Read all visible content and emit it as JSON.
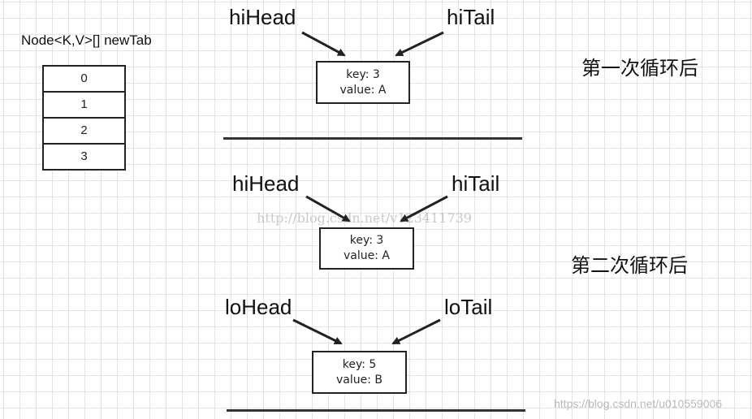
{
  "array": {
    "title": "Node<K,V>[] newTab",
    "cells": [
      "0",
      "1",
      "2",
      "3"
    ]
  },
  "section1": {
    "caption": "第一次循环后",
    "head_label": "hiHead",
    "tail_label": "hiTail",
    "node": {
      "key": "key: 3",
      "value": "value: A"
    }
  },
  "section2": {
    "caption": "第二次循环后",
    "hi_head_label": "hiHead",
    "hi_tail_label": "hiTail",
    "hi_node": {
      "key": "key: 3",
      "value": "value: A"
    },
    "lo_head_label": "loHead",
    "lo_tail_label": "loTail",
    "lo_node": {
      "key": "key: 5",
      "value": "value: B"
    }
  },
  "watermarks": {
    "center": "http://blog.csdn.net/v123411739",
    "corner": "https://blog.csdn.net/u010559006"
  }
}
